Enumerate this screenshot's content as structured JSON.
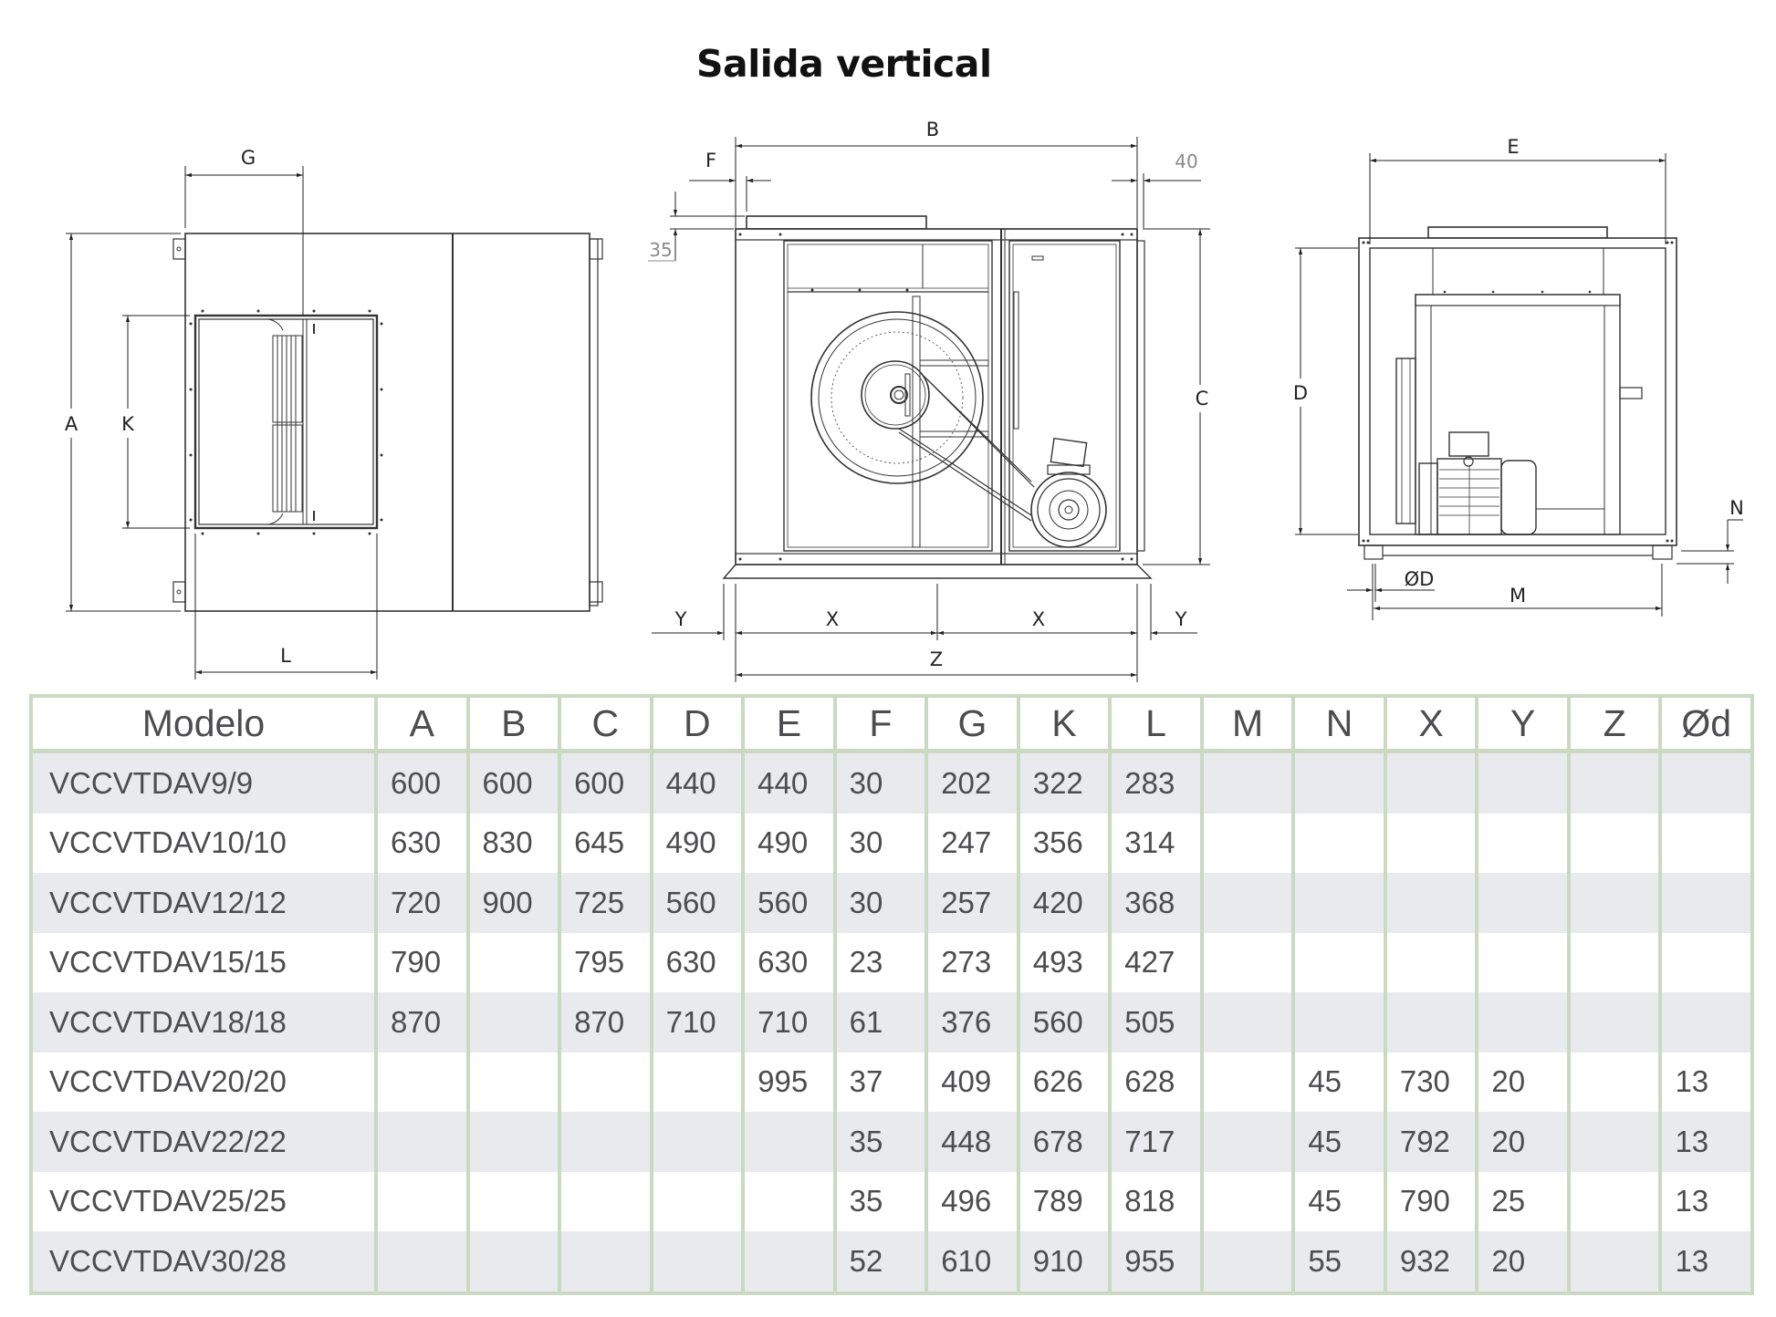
{
  "title": "Salida vertical",
  "drawings": {
    "side_view": {
      "labels": {
        "G": "G",
        "A": "A",
        "K": "K",
        "L": "L"
      }
    },
    "front_view": {
      "labels": {
        "B": "B",
        "F": "F",
        "forty": "40",
        "thirtyfive": "35",
        "C": "C",
        "Y_left": "Y",
        "X_left": "X",
        "X_right": "X",
        "Y_right": "Y",
        "Z": "Z"
      }
    },
    "rear_view": {
      "labels": {
        "E": "E",
        "D": "D",
        "N": "N",
        "OD": "ØD",
        "M": "M"
      }
    }
  },
  "table": {
    "headers": [
      "Modelo",
      "A",
      "B",
      "C",
      "D",
      "E",
      "F",
      "G",
      "K",
      "L",
      "M",
      "N",
      "X",
      "Y",
      "Z",
      "Ød"
    ],
    "rows": [
      [
        "VCCVTDAV9/9",
        "600",
        "600",
        "600",
        "440",
        "440",
        "30",
        "202",
        "322",
        "283",
        "",
        "",
        "",
        "",
        "",
        ""
      ],
      [
        "VCCVTDAV10/10",
        "630",
        "830",
        "645",
        "490",
        "490",
        "30",
        "247",
        "356",
        "314",
        "",
        "",
        "",
        "",
        "",
        ""
      ],
      [
        "VCCVTDAV12/12",
        "720",
        "900",
        "725",
        "560",
        "560",
        "30",
        "257",
        "420",
        "368",
        "",
        "",
        "",
        "",
        "",
        ""
      ],
      [
        "VCCVTDAV15/15",
        "790",
        "",
        "795",
        "630",
        "630",
        "23",
        "273",
        "493",
        "427",
        "",
        "",
        "",
        "",
        "",
        ""
      ],
      [
        "VCCVTDAV18/18",
        "870",
        "",
        "870",
        "710",
        "710",
        "61",
        "376",
        "560",
        "505",
        "",
        "",
        "",
        "",
        "",
        ""
      ],
      [
        "VCCVTDAV20/20",
        "",
        "",
        "",
        "",
        "995",
        "37",
        "409",
        "626",
        "628",
        "",
        "45",
        "730",
        "20",
        "",
        "13"
      ],
      [
        "VCCVTDAV22/22",
        "",
        "",
        "",
        "",
        "",
        "35",
        "448",
        "678",
        "717",
        "",
        "45",
        "792",
        "20",
        "",
        "13"
      ],
      [
        "VCCVTDAV25/25",
        "",
        "",
        "",
        "",
        "",
        "35",
        "496",
        "789",
        "818",
        "",
        "45",
        "790",
        "25",
        "",
        "13"
      ],
      [
        "VCCVTDAV30/28",
        "",
        "",
        "",
        "",
        "",
        "52",
        "610",
        "910",
        "955",
        "",
        "55",
        "932",
        "20",
        "",
        "13"
      ]
    ]
  },
  "colors": {
    "table_border": "#cbd8c2",
    "stripe": "#e9eaed",
    "text": "#4d4d4f",
    "drawing_line": "#333333"
  }
}
